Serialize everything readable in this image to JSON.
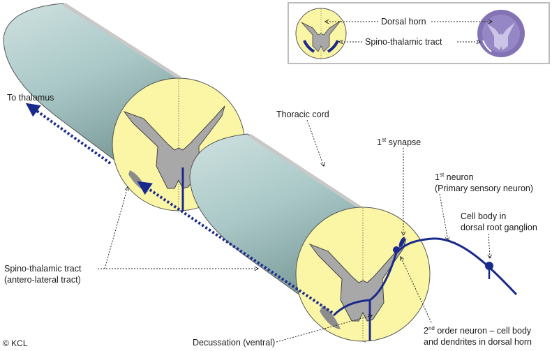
{
  "labels": {
    "to_thalamus": "To thalamus",
    "thoracic_cord": "Thoracic cord",
    "first_synapse": {
      "num": "1",
      "sup": "st",
      "text": " synapse"
    },
    "first_neuron": {
      "num": "1",
      "sup": "st",
      "text": " neuron",
      "line2": "(Primary sensory neuron)"
    },
    "cell_body": {
      "line1": "Cell body in",
      "line2": "dorsal root ganglion"
    },
    "spino_thalamic": {
      "line1": "Spino-thalamic tract",
      "line2": "(antero-lateral tract)"
    },
    "decussation": "Decussation (ventral)",
    "second_order": {
      "num": "2",
      "sup": "nd",
      "text": " order neuron – cell body",
      "line2": "and dendrites in dorsal horn"
    },
    "copyright": "© KCL"
  },
  "legend": {
    "dorsal_horn": "Dorsal horn",
    "spino_thalamic_tract": "Spino-thalamic tract"
  },
  "colors": {
    "cord_side": "#a9c8c7",
    "cord_face": "#fbf6a6",
    "grey_matter": "#a8a8a8",
    "neuron": "#1a2a8c",
    "legend_border": "#bdbdbd"
  }
}
